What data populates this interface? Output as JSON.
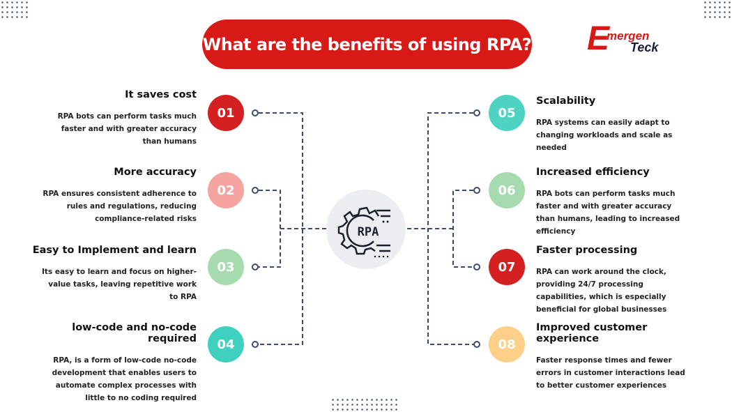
{
  "title": "What are the benefits of using RPA?",
  "logo": {
    "big": "E",
    "line1": "mergen",
    "line2": "Teck"
  },
  "center_icon": "RPA",
  "colors": {
    "red": "#d81a16",
    "line": "#3b4a6b"
  },
  "items": [
    {
      "num": "01",
      "title": "It saves cost",
      "text": "RPA bots can perform tasks much faster and with greater accuracy than humans",
      "color": "#d42020"
    },
    {
      "num": "02",
      "title": "More accuracy",
      "text": "RPA ensures consistent adherence to rules and regulations, reducing compliance-related risks",
      "color": "#f5a4a0"
    },
    {
      "num": "03",
      "title": "Easy to Implement and learn",
      "text": "Its easy to learn and focus on higher-value tasks, leaving repetitive work to RPA",
      "color": "#a6dbad"
    },
    {
      "num": "04",
      "title": "low-code and no-code required",
      "text": "RPA, is a form of low-code no-code development that enables users to automate complex processes with little to no coding required",
      "color": "#3fd0c0"
    },
    {
      "num": "05",
      "title": "Scalability",
      "text": "RPA systems can easily adapt to changing workloads and scale as needed",
      "color": "#4ed3c3"
    },
    {
      "num": "06",
      "title": "Increased efficiency",
      "text": "RPA bots can perform tasks much faster and with greater accuracy than humans, leading to increased efficiency",
      "color": "#a6dbb0"
    },
    {
      "num": "07",
      "title": "Faster processing",
      "text": "RPA can work around the clock, providing 24/7 processing capabilities, which is especially beneficial for global businesses",
      "color": "#d42020"
    },
    {
      "num": "08",
      "title": "Improved customer experience",
      "text": "Faster response times and fewer errors in customer interactions lead to better customer experiences",
      "color": "#fdcf88"
    }
  ]
}
